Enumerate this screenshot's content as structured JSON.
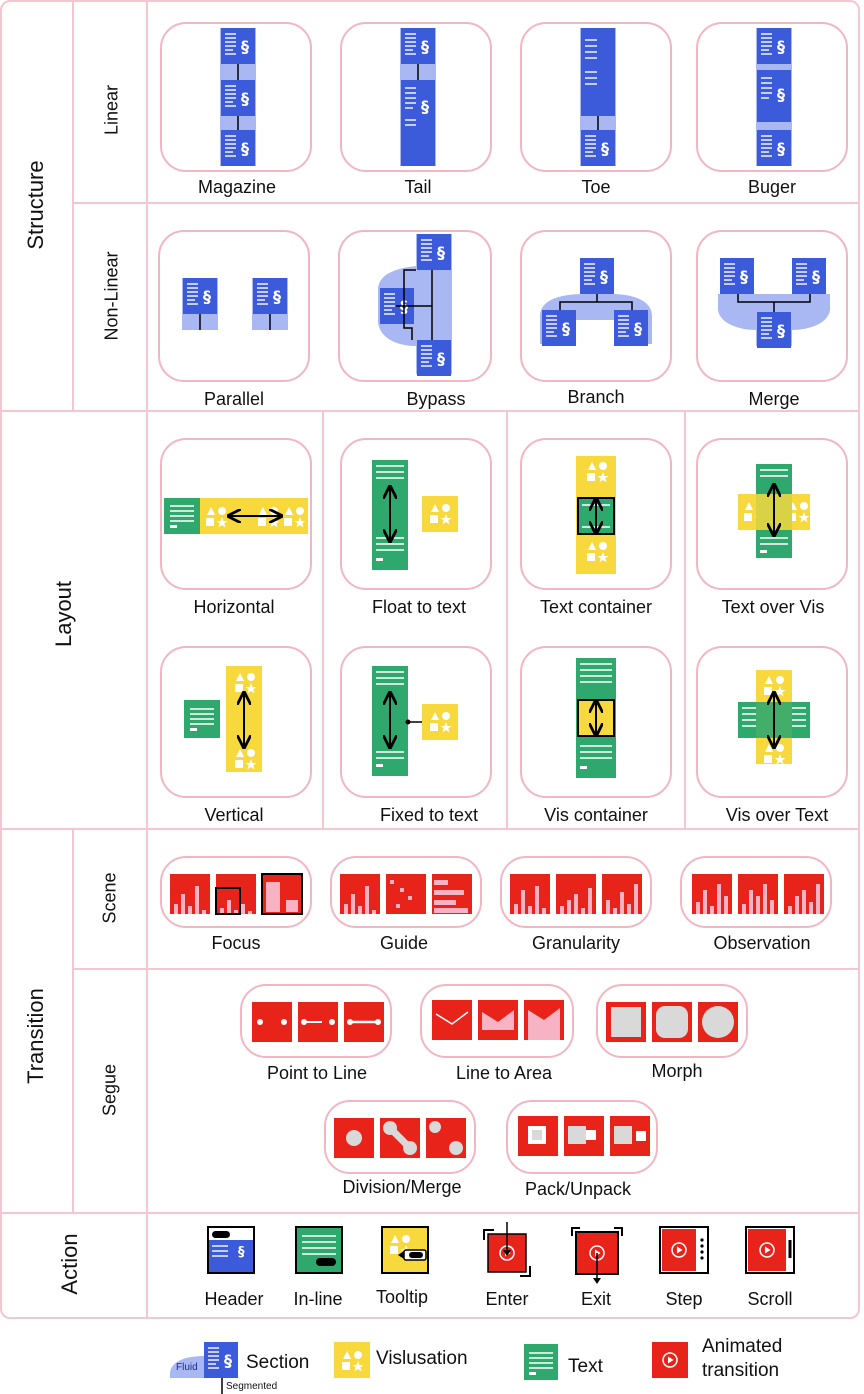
{
  "sections": {
    "structure": "Structure",
    "linear": "Linear",
    "nonlinear": "Non-Linear",
    "layout": "Layout",
    "transition": "Transition",
    "scene": "Scene",
    "segue": "Segue",
    "action": "Action"
  },
  "structure": {
    "linear": [
      "Magazine",
      "Tail",
      "Toe",
      "Buger"
    ],
    "nonlinear": [
      "Parallel",
      "Bypass",
      "Branch",
      "Merge"
    ]
  },
  "layout": {
    "row1": [
      "Horizontal",
      "Float to text",
      "Text container",
      "Text over Vis"
    ],
    "row2": [
      "Vertical",
      "Fixed to text",
      "Vis container",
      "Vis over Text"
    ]
  },
  "transition": {
    "scene": [
      "Focus",
      "Guide",
      "Granularity",
      "Observation"
    ],
    "segue_row1": [
      "Point to Line",
      "Line to Area",
      "Morph"
    ],
    "segue_row2": [
      "Division/Merge",
      "Pack/Unpack"
    ]
  },
  "action": [
    "Header",
    "In-line",
    "Tooltip",
    "Enter",
    "Exit",
    "Step",
    "Scroll"
  ],
  "legend": {
    "fluid": "Fluid",
    "segmented": "Segmented",
    "section": "Section",
    "vis": "Vislusation",
    "text": "Text",
    "animated1": "Animated",
    "animated2": "transition"
  },
  "icons": {
    "section_symbol": "§",
    "section_color": "#3b5bdb",
    "section_light": "#a9b8f3",
    "vis_color": "#f7d93d",
    "text_color": "#2fa86e",
    "anim_color": "#e8231a",
    "border_color": "#f4c6cf"
  }
}
